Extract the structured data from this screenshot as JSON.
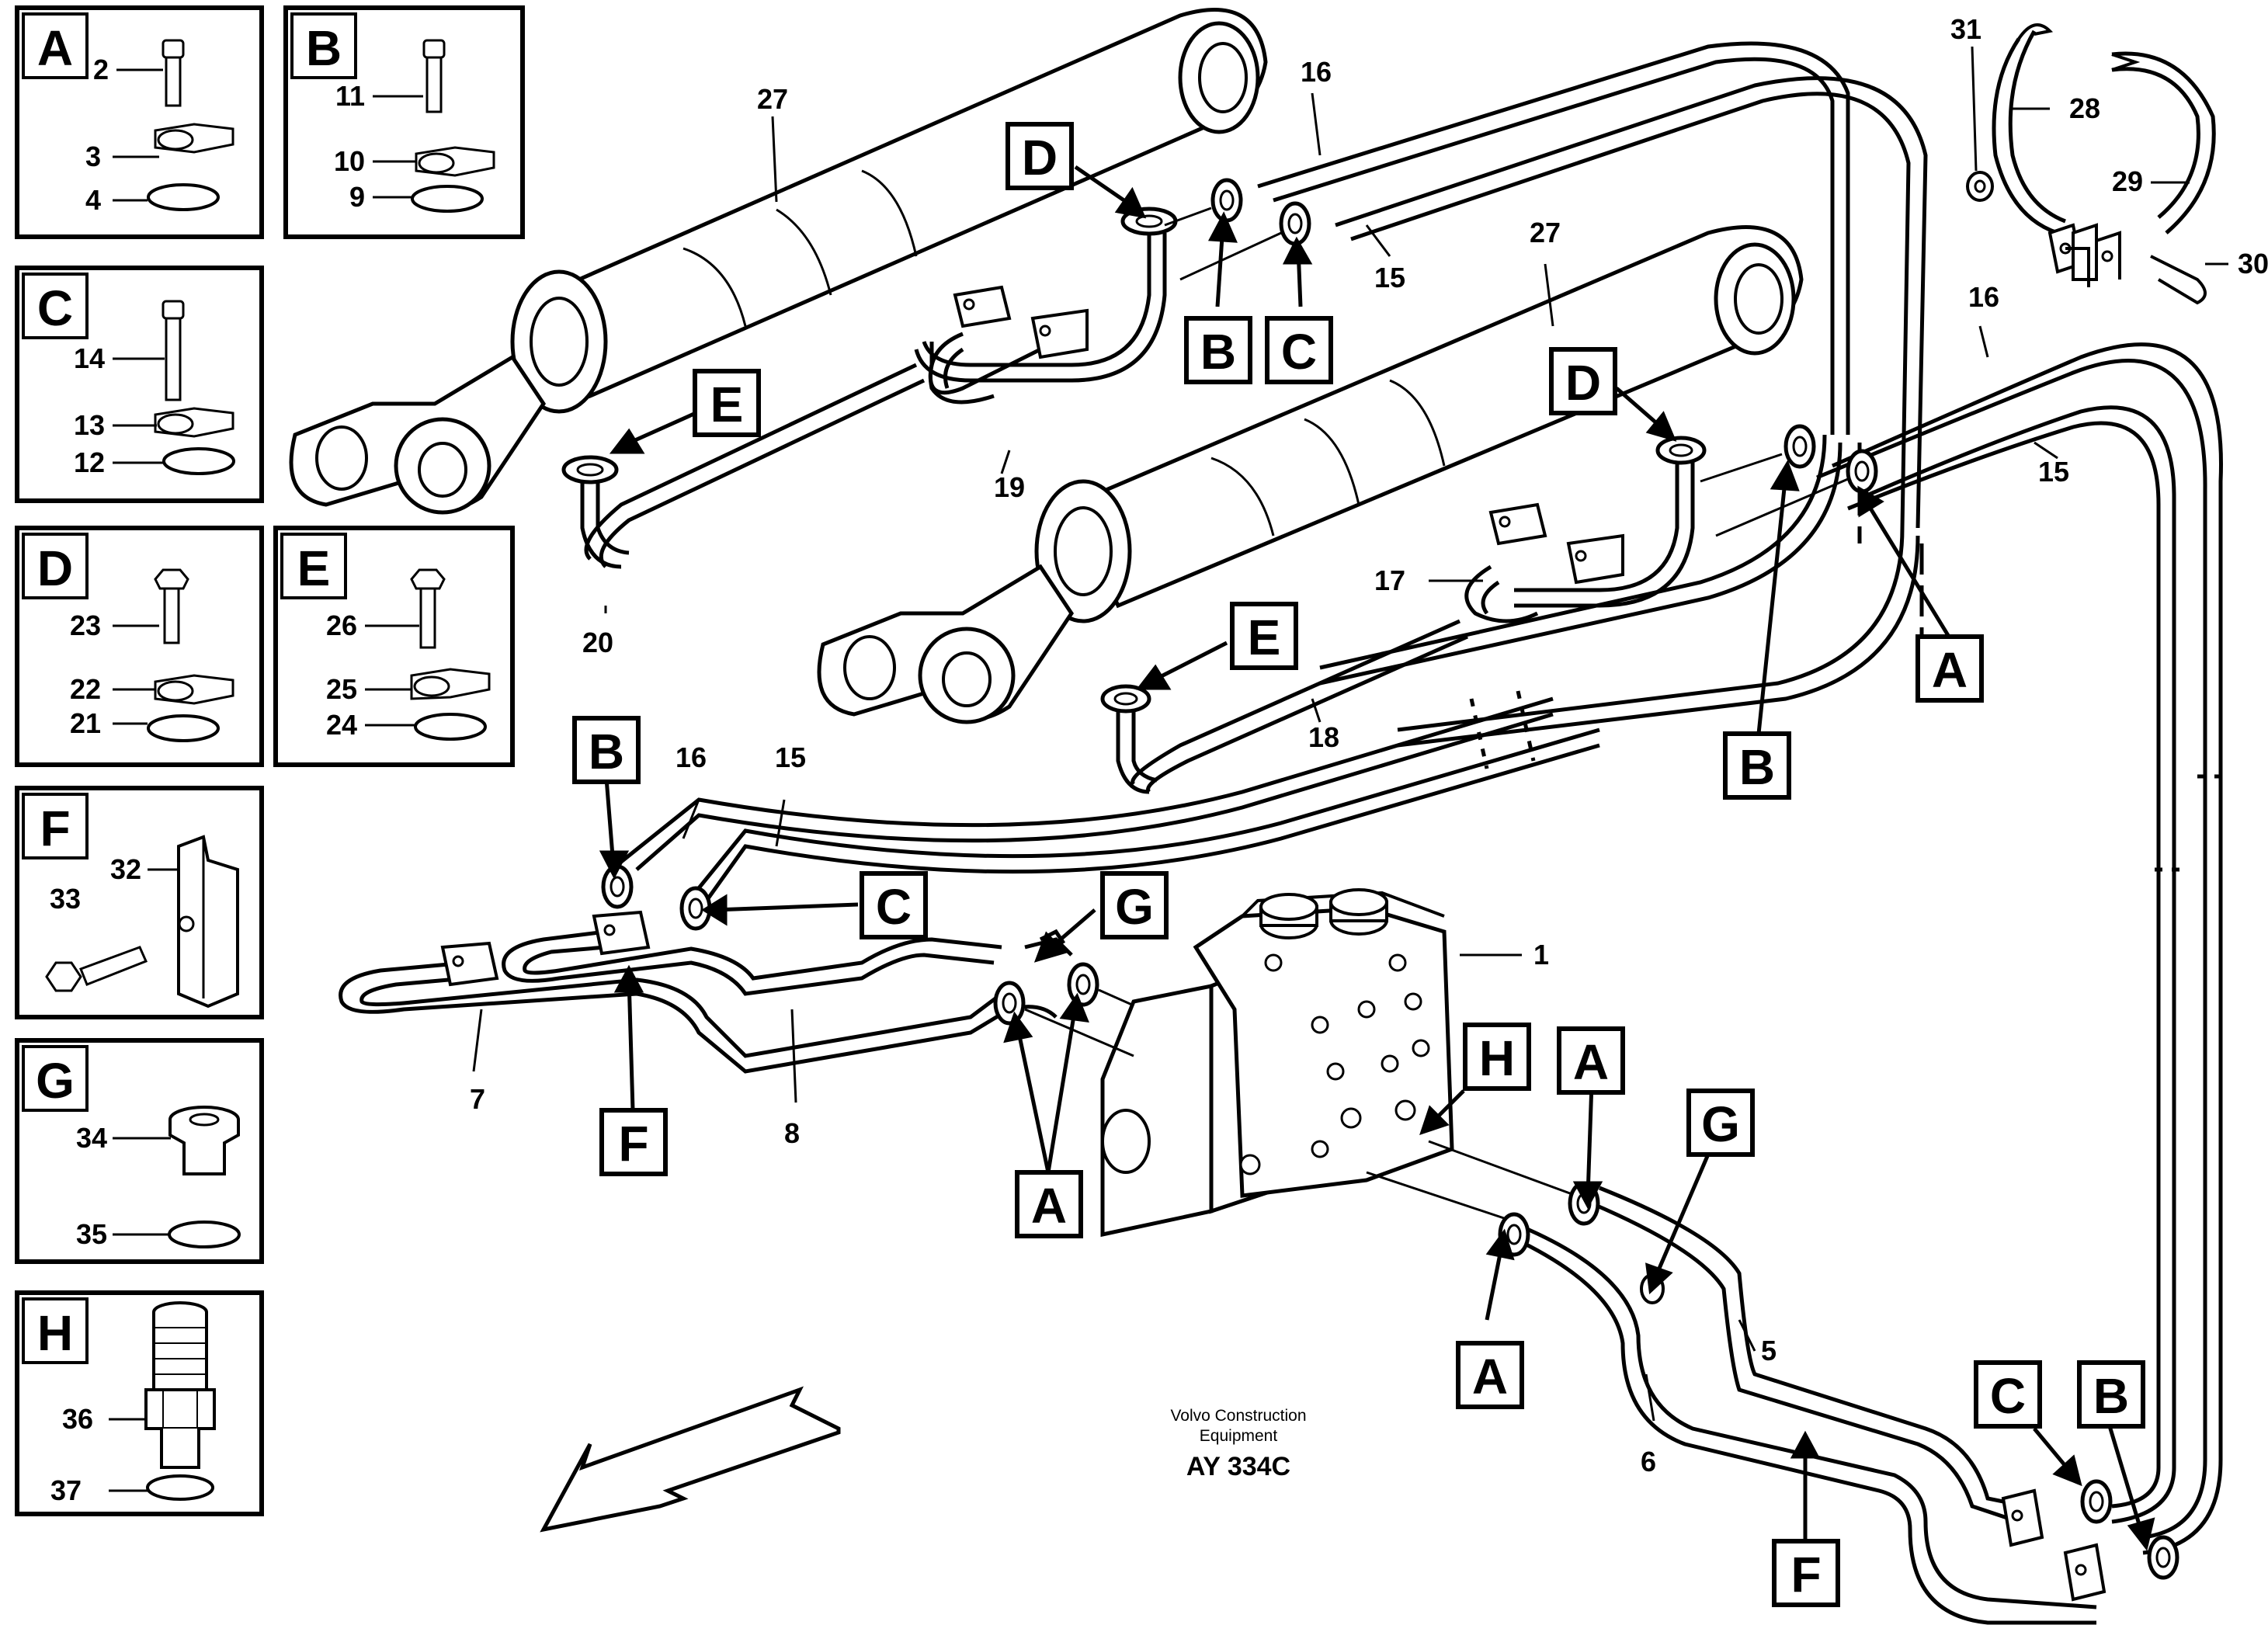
{
  "detail_panels": [
    {
      "letter": "A",
      "parts": [
        "2",
        "3",
        "4"
      ]
    },
    {
      "letter": "B",
      "parts": [
        "11",
        "10",
        "9"
      ]
    },
    {
      "letter": "C",
      "parts": [
        "14",
        "13",
        "12"
      ]
    },
    {
      "letter": "D",
      "parts": [
        "23",
        "22",
        "21"
      ]
    },
    {
      "letter": "E",
      "parts": [
        "26",
        "25",
        "24"
      ]
    },
    {
      "letter": "F",
      "parts": [
        "32",
        "33"
      ]
    },
    {
      "letter": "G",
      "parts": [
        "34",
        "35"
      ]
    },
    {
      "letter": "H",
      "parts": [
        "36",
        "37"
      ]
    }
  ],
  "callouts": {
    "p27a": "27",
    "p27b": "27",
    "p16a": "16",
    "p15a": "15",
    "p16b": "16",
    "p15b": "15",
    "p16c": "16",
    "p15c": "15",
    "p19": "19",
    "p20": "20",
    "p17": "17",
    "p18": "18",
    "p31": "31",
    "p28": "28",
    "p29": "29",
    "p30": "30",
    "p1": "1",
    "p7": "7",
    "p8": "8",
    "p5": "5",
    "p6": "6"
  },
  "ref_boxes": {
    "d1": "D",
    "e1": "E",
    "b1": "B",
    "c1": "C",
    "d2": "D",
    "e2": "E",
    "a1": "A",
    "b2": "B",
    "b3": "B",
    "c3": "C",
    "g1": "G",
    "f1": "F",
    "a2": "A",
    "h1": "H",
    "a3": "A",
    "g2": "G",
    "a4": "A",
    "f2": "F",
    "c4": "C",
    "b4": "B"
  },
  "footer": {
    "company_line1": "Volvo Construction",
    "company_line2": "Equipment",
    "drawing_number": "AY 334C"
  },
  "colors": {
    "ink": "#000000",
    "paper": "#ffffff"
  }
}
